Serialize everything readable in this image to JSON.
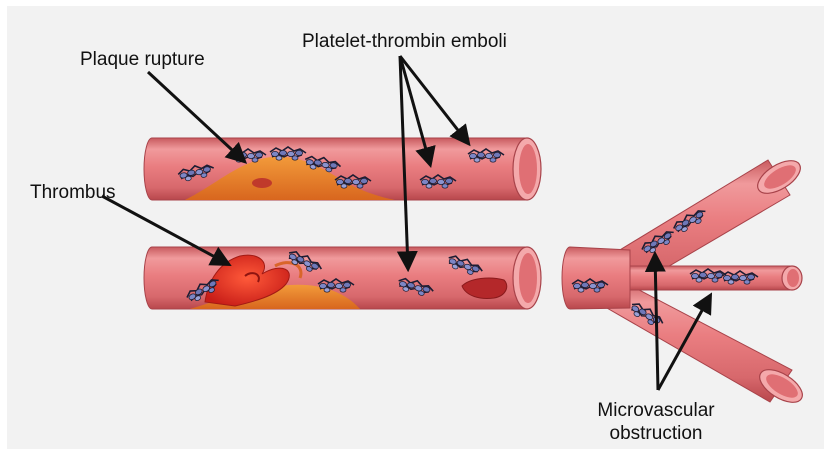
{
  "labels": {
    "plaque_rupture": "Plaque rupture",
    "emboli": "Platelet-thrombin emboli",
    "thrombus": "Thrombus",
    "microvascular_obstruction": "Microvascular obstruction"
  },
  "colors": {
    "vessel": "#e5777a",
    "vessel_dark": "#b2494e",
    "plaque": "#e67a2a",
    "thrombus": "#d72a1e",
    "clot": "#b4282a",
    "platelet": "#6f78b8",
    "arrow": "#111111"
  }
}
